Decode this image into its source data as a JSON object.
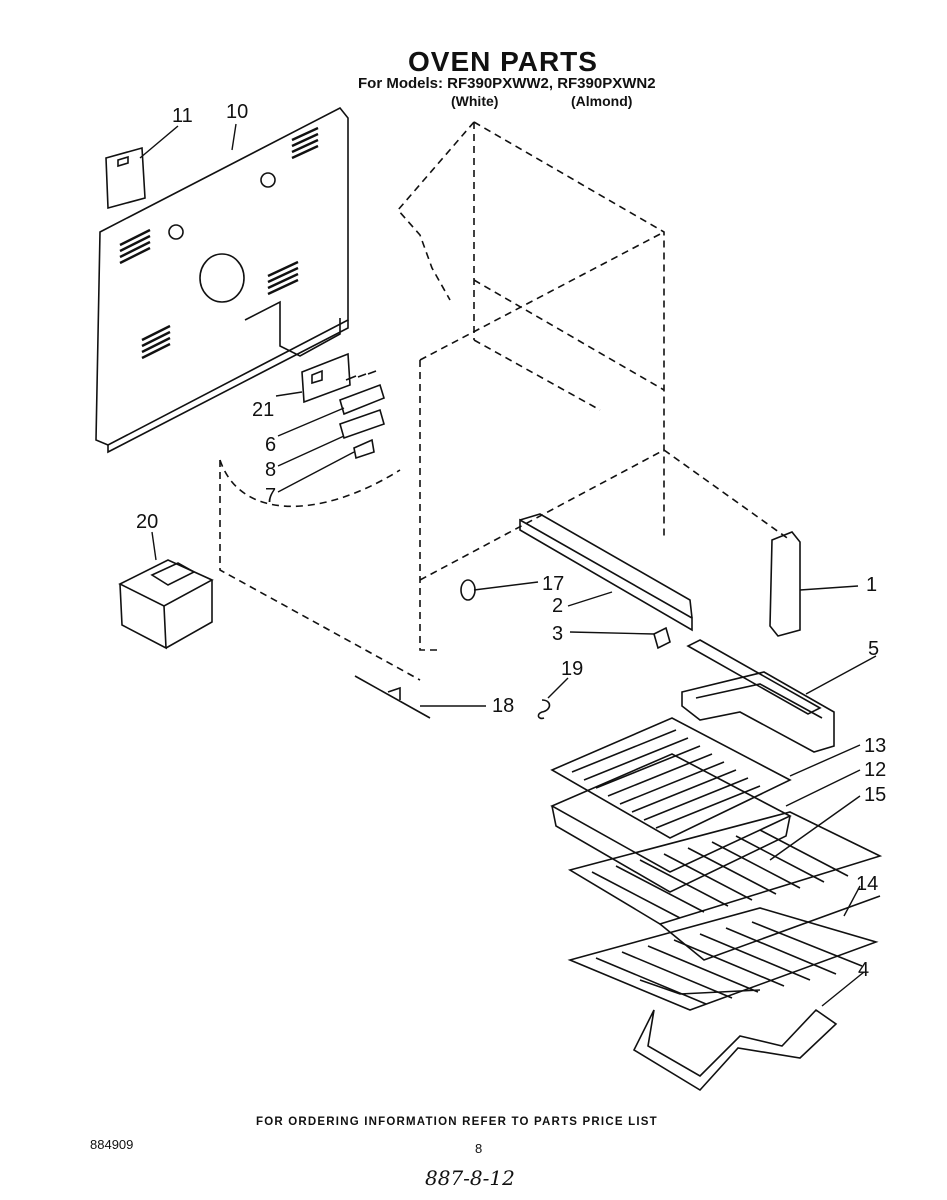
{
  "header": {
    "title": "OVEN PARTS",
    "models_line": "For Models: RF390PXWW2, RF390PXWN2",
    "color_white": "(White)",
    "color_almond": "(Almond)"
  },
  "callouts": {
    "c1": "1",
    "c2": "2",
    "c3": "3",
    "c4": "4",
    "c5": "5",
    "c6": "6",
    "c7": "7",
    "c8": "8",
    "c10": "10",
    "c11": "11",
    "c12": "12",
    "c13": "13",
    "c14": "14",
    "c15": "15",
    "c17": "17",
    "c18": "18",
    "c19": "19",
    "c20": "20",
    "c21": "21"
  },
  "footer": {
    "order_note": "FOR ORDERING INFORMATION REFER TO PARTS PRICE LIST",
    "doc_number": "884909",
    "page_number": "8",
    "handwritten": "887-8-12"
  }
}
